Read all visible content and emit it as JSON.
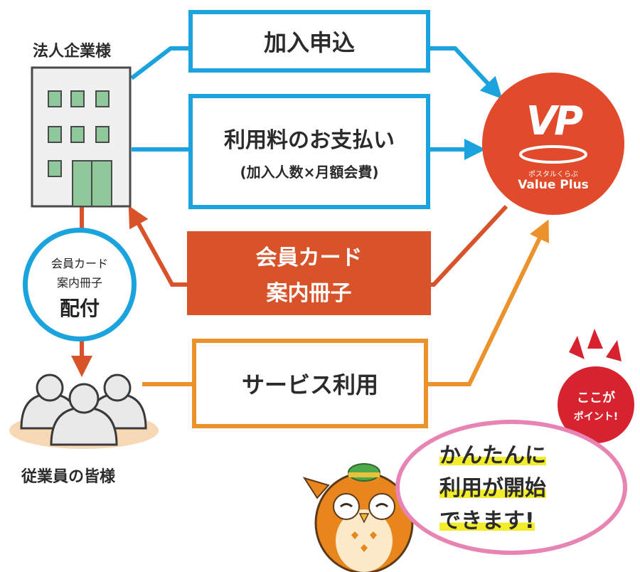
{
  "corporate": {
    "label": "法人企業様"
  },
  "employees": {
    "label": "従業員の皆様"
  },
  "boxes": {
    "apply": "加入申込",
    "payment_title": "利用料のお支払い",
    "payment_sub": "(加入人数×月額会費)",
    "card_line1": "会員カード",
    "card_line2": "案内冊子",
    "service": "サービス利用"
  },
  "distribution": {
    "line1": "会員カード",
    "line2": "案内冊子",
    "action": "配付"
  },
  "logo": {
    "tagline": "ポスタルくらぶ",
    "name": "Value Plus",
    "mark": "VP"
  },
  "point_badge": {
    "line1": "ここが",
    "line2": "ポイント!"
  },
  "speech": {
    "line1": "かんたんに",
    "line2": "利用が開始",
    "line3": "できます!"
  },
  "colors": {
    "blue": "#1aa3dd",
    "orange": "#ec922c",
    "red": "#d9532a",
    "logo_red": "#e14a2a",
    "badge_red": "#d7232f",
    "bubble_pink": "#e884b3",
    "highlight_yellow": "#f2ec2a"
  }
}
